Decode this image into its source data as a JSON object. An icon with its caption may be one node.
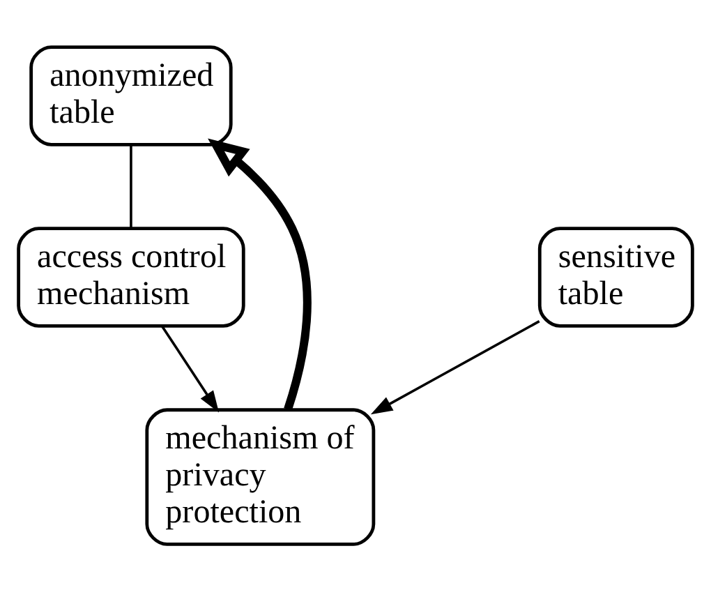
{
  "diagram": {
    "nodes": [
      {
        "text": [
          "anonymized table"
        ]
      },
      {
        "text": [
          "access control mechanism"
        ]
      },
      {
        "text": [
          "sensitive table"
        ]
      },
      {
        "text": [
          "mechanism of privacy protection"
        ]
      }
    ],
    "edges": [
      {
        "from": 0,
        "to": 1,
        "arrow": "none"
      },
      {
        "from": 1,
        "to": 3,
        "arrow": "to"
      },
      {
        "from": 2,
        "to": 3,
        "arrow": "to"
      },
      {
        "from": 3,
        "to": 0,
        "arrow": "to",
        "style": "thick"
      }
    ]
  }
}
